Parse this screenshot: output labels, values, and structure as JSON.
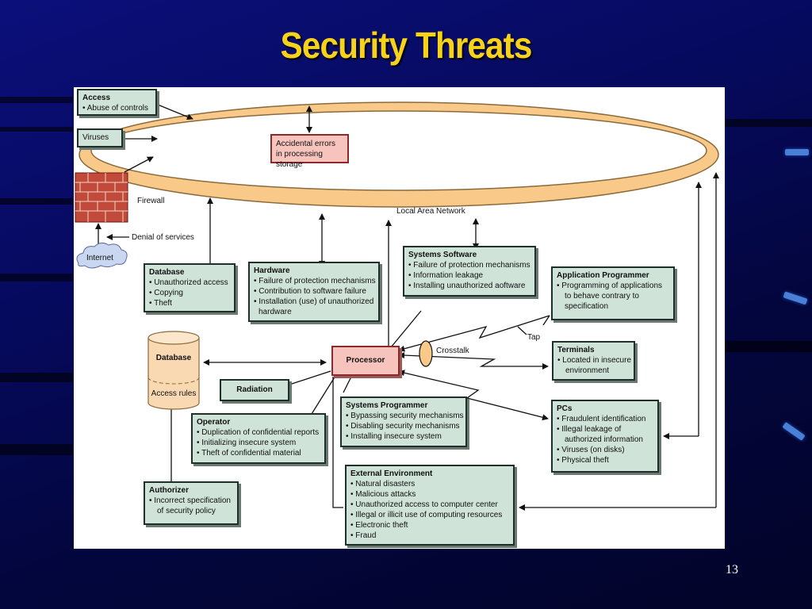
{
  "slide": {
    "title": "Security Threats",
    "page_number": "13"
  },
  "diagram": {
    "network_label": "Local Area Network",
    "accidental_errors": "Accidental errors in processing storage",
    "access": {
      "title": "Access",
      "items": [
        "• Abuse of controls"
      ]
    },
    "viruses": "Viruses",
    "firewall": "Firewall",
    "denial": "Denial of services",
    "internet": "Internet",
    "database_threats": {
      "title": "Database",
      "items": [
        "• Unauthorized access",
        "• Copying",
        "• Theft"
      ]
    },
    "hardware": {
      "title": "Hardware",
      "items": [
        "• Failure of protection mechanisms",
        "• Contribution to software failure",
        "• Installation (use) of unauthorized",
        "  hardware"
      ]
    },
    "systems_software": {
      "title": "Systems Software",
      "items": [
        "• Failure of protection mechanisms",
        "• Information leakage",
        "• Installing unauthorized aoftware"
      ]
    },
    "application_programmer": {
      "title": "Application Programmer",
      "items": [
        "• Programming of applications",
        "  to behave contrary to",
        "  specification"
      ]
    },
    "database_cylinder": {
      "top": "Database",
      "bottom": "Access rules"
    },
    "processor": "Processor",
    "crosstalk": "Crosstalk",
    "tap": "Tap",
    "terminals": {
      "title": "Terminals",
      "items": [
        "• Located in insecure",
        "  environment"
      ]
    },
    "radiation": "Radiation",
    "operator": {
      "title": "Operator",
      "items": [
        "• Duplication of confidential reports",
        "• Initializing insecure system",
        "• Theft of confidential material"
      ]
    },
    "systems_programmer": {
      "title": "Systems Programmer",
      "items": [
        "• Bypassing security mechanisms",
        "• Disabling security mechanisms",
        "• Installing insecure system"
      ]
    },
    "pcs": {
      "title": "PCs",
      "items": [
        "• Fraudulent identification",
        "• Illegal leakage of",
        "  authorized information",
        "• Viruses (on disks)",
        "• Physical theft"
      ]
    },
    "authorizer": {
      "title": "Authorizer",
      "items": [
        "• Incorrect specification",
        "  of security policy"
      ]
    },
    "external_environment": {
      "title": "External Environment",
      "items": [
        "• Natural disasters",
        "• Malicious attacks",
        "• Unauthorized access to computer center",
        "• Illegal or illicit use of computing resources",
        "• Electronic theft",
        "• Fraud"
      ]
    }
  },
  "colors": {
    "title": "#f7d21a",
    "box_fill": "#cfe3d8",
    "ring": "#f9c98a",
    "processor_fill": "#f6c4bd"
  }
}
